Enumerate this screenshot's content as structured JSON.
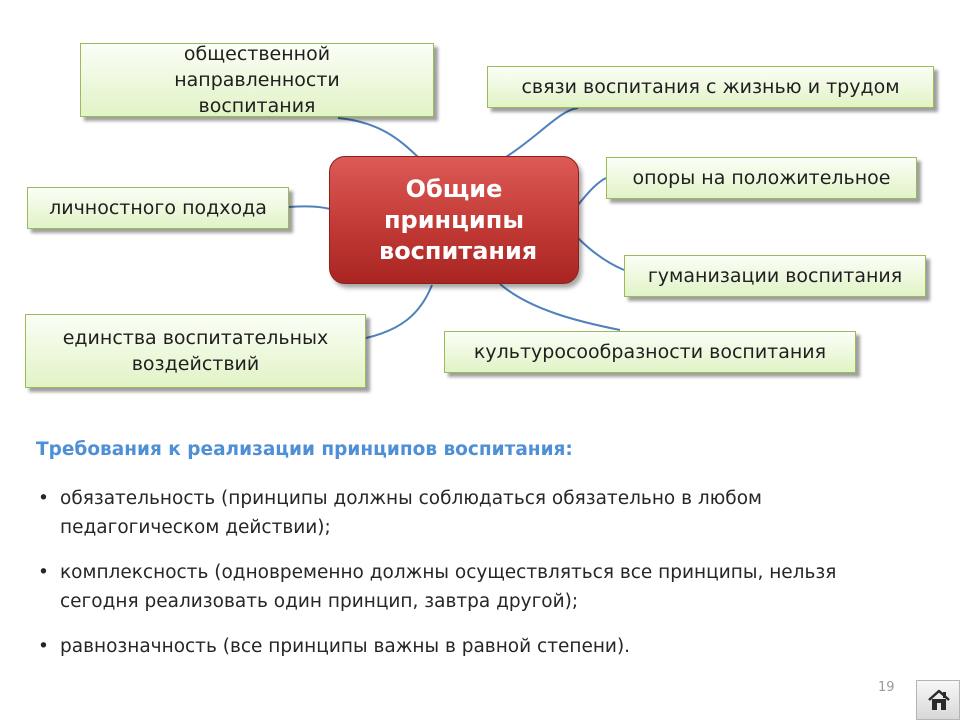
{
  "diagram": {
    "center_label": "Общие принципы воспитания",
    "nodes": {
      "social": "общественной направленности воспитания",
      "life": "связи воспитания с жизнью и трудом",
      "personal": "личностного подхода",
      "positive": "опоры на положительное",
      "humanization": "гуманизации воспитания",
      "unity": "единства воспитательных воздействий",
      "culture": "культуросообразности воспитания"
    }
  },
  "requirements": {
    "heading": "Требования к реализации принципов воспитания:",
    "bullet": "•",
    "items": [
      "обязательность (принципы должны соблюдаться обязательно в любом педагогическом действии);",
      "комплексность (одновременно должны осуществляться все принципы, нельзя сегодня реализовать один принцип, завтра другой);",
      "равнозначность (все принципы важны в равной степени)."
    ]
  },
  "footer": {
    "page_number": "19",
    "home_icon": "home-icon"
  },
  "colors": {
    "center_fill": "#c23a36",
    "node_fill": "#e1f3c6",
    "node_border": "#9bbb59",
    "connector": "#4f81bd",
    "heading": "#4f8fd6"
  }
}
